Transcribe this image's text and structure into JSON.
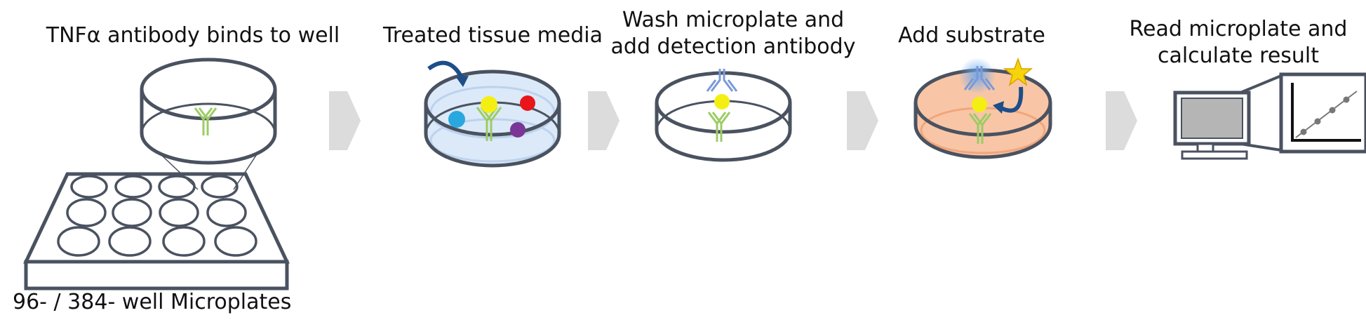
{
  "steps": [
    {
      "title": "TNFα antibody binds to well"
    },
    {
      "title": "Treated tissue media"
    },
    {
      "title_line1": "Wash microplate and",
      "title_line2": "add detection antibody"
    },
    {
      "title": "Add substrate"
    },
    {
      "title_line1": "Read microplate and",
      "title_line2": "calculate result"
    }
  ],
  "plate_label": "96- / 384- well Microplates",
  "colors": {
    "outline": "#4a5260",
    "arrow": "#dcdcdc",
    "capture_antibody": "#9ccc65",
    "detection_antibody": "#7a9ad8",
    "antigen": "#f4ef12",
    "media_fill": "#dce9f8",
    "substrate_fill": "#f8c6a6",
    "curve_arrow": "#1d4e89",
    "particle_blue": "#29a8e0",
    "particle_red": "#e8161b",
    "particle_purple": "#7a3696",
    "star": "#f6d40a",
    "glow": "#6aa8ee",
    "monitor_screen": "#b5b5b5"
  },
  "icons": [
    "well-dish-icon",
    "microplate-icon",
    "step-arrow-icon",
    "petri-dish-icon",
    "antibody-icon",
    "substrate-star-icon",
    "monitor-icon",
    "result-graph-icon"
  ]
}
